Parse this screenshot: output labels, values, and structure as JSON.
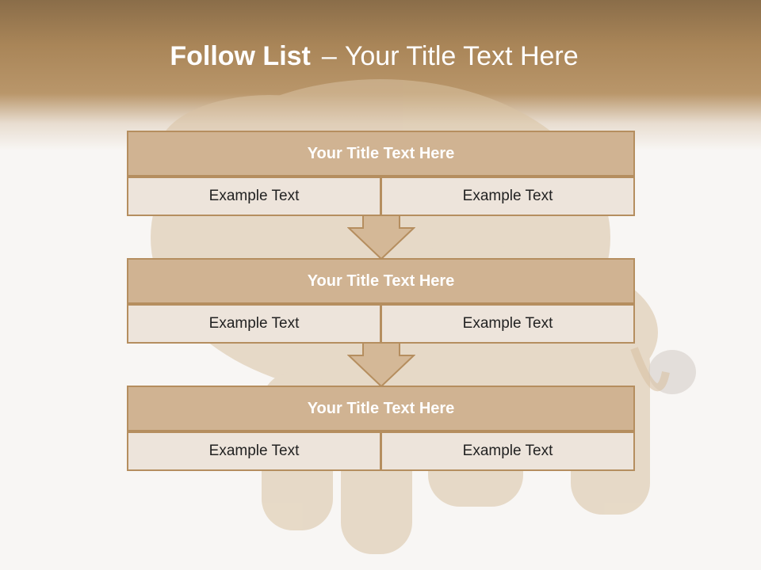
{
  "title": {
    "bold": "Follow List",
    "separator": "–",
    "rest": "Your Title Text Here"
  },
  "blocks": [
    {
      "heading": "Your Title Text Here",
      "left": "Example Text",
      "right": "Example Text"
    },
    {
      "heading": "Your Title Text Here",
      "left": "Example Text",
      "right": "Example Text"
    },
    {
      "heading": "Your Title Text Here",
      "left": "Example Text",
      "right": "Example Text"
    }
  ],
  "colors": {
    "header_dark": "#8a6d49",
    "heading_fill": "#d0b392",
    "cell_fill": "#ede4db",
    "border": "#b58e5f",
    "arrow_fill": "#d4b897"
  },
  "background_image": "faded-lion-illustration"
}
